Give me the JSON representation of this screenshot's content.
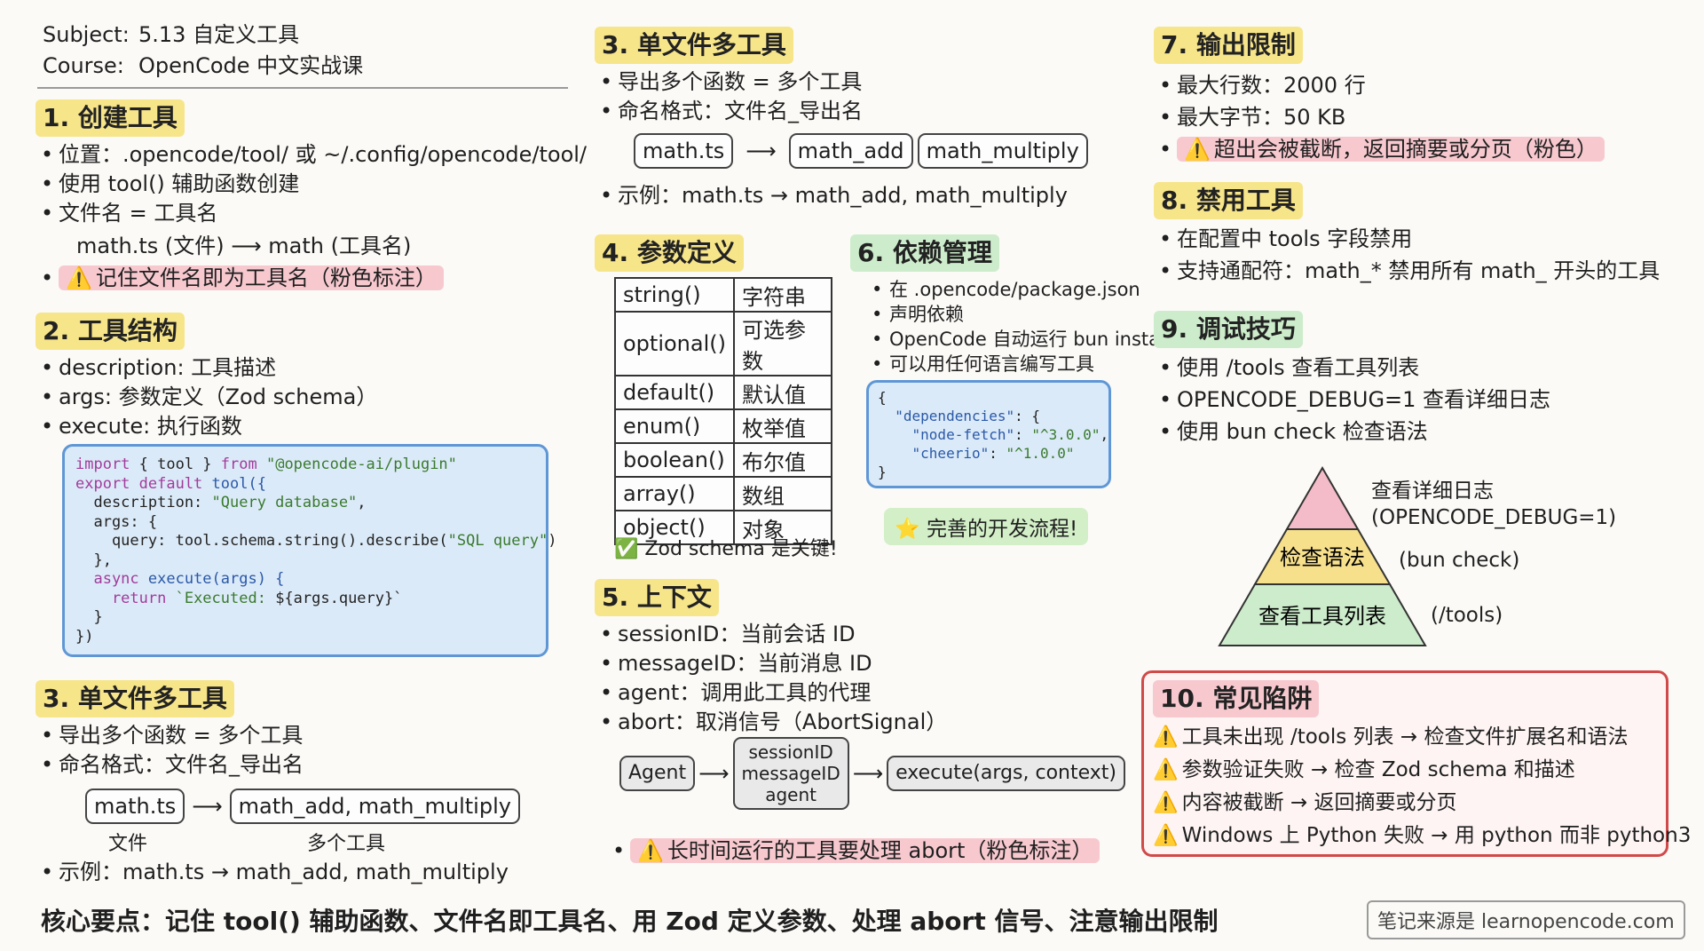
{
  "header": {
    "subject_label": "Subject:",
    "subject": "5.13 自定义工具",
    "course_label": "Course:",
    "course": "OpenCode 中文实战课"
  },
  "sec1": {
    "title": "1. 创建工具",
    "items": [
      "位置：.opencode/tool/ 或 ~/.config/opencode/tool/",
      "使用 tool() 辅助函数创建",
      "文件名 = 工具名"
    ],
    "example": "math.ts (文件) ⟶ math (工具名)",
    "note": "记住文件名即为工具名（粉色标注）"
  },
  "sec2": {
    "title": "2. 工具结构",
    "items": [
      "description: 工具描述",
      "args: 参数定义（Zod schema）",
      "execute: 执行函数"
    ],
    "code": {
      "l1a": "import",
      "l1b": " { tool } ",
      "l1c": "from",
      "l1d": " \"@opencode-ai/plugin\"",
      "l2a": "export default",
      "l2b": " tool({",
      "l3a": "  description: ",
      "l3b": "\"Query database\"",
      "l3c": ",",
      "l4": "  args: {",
      "l5a": "    query: tool.schema.string().describe(",
      "l5b": "\"SQL query\"",
      "l5c": ")",
      "l6": "  },",
      "l7a": "  async",
      "l7b": " execute(args) {",
      "l8a": "    return",
      "l8b": " `Executed: ",
      "l8c": "${args.query}`",
      "l9": "  }",
      "l10": "})"
    }
  },
  "sec3a": {
    "title": "3. 单文件多工具",
    "items": [
      "导出多个函数 = 多个工具",
      "命名格式：文件名_导出名"
    ],
    "src": "math.ts",
    "dst": "math_add, math_multiply",
    "src_caption": "文件",
    "dst_caption": "多个工具",
    "example": "示例：math.ts → math_add, math_multiply"
  },
  "sec3b": {
    "title": "3. 单文件多工具",
    "items": [
      "导出多个函数 = 多个工具",
      "命名格式：文件名_导出名"
    ],
    "src": "math.ts",
    "dst1": "math_add",
    "dst2": "math_multiply",
    "example": "示例：math.ts → math_add, math_multiply"
  },
  "sec4": {
    "title": "4. 参数定义",
    "rows": [
      [
        "string()",
        "字符串"
      ],
      [
        "optional()",
        "可选参数"
      ],
      [
        "default()",
        "默认值"
      ],
      [
        "enum()",
        "枚举值"
      ],
      [
        "boolean()",
        "布尔值"
      ],
      [
        "array()",
        "数组"
      ],
      [
        "object()",
        "对象"
      ]
    ],
    "note": "Zod schema 是关键!"
  },
  "sec5": {
    "title": "5. 上下文",
    "items": [
      "sessionID：当前会话 ID",
      "messageID：当前消息 ID",
      "agent：调用此工具的代理",
      "abort：取消信号（AbortSignal）"
    ],
    "flow": {
      "agent": "Agent",
      "stack": [
        "sessionID",
        "messageID",
        "agent"
      ],
      "exec": "execute(args, context)"
    },
    "note": "长时间运行的工具要处理 abort（粉色标注）"
  },
  "sec6": {
    "title": "6. 依赖管理",
    "items": [
      "在 .opencode/package.json",
      "OpenCode 自动运行 bun install",
      "可以用任何语言编写工具"
    ],
    "item1_cont": "声明依赖",
    "code": {
      "l1": "{",
      "l2a": "  \"dependencies\"",
      "l2b": ": {",
      "l3a": "    \"node-fetch\"",
      "l3b": ": ",
      "l3c": "\"^3.0.0\"",
      "l3d": ",",
      "l4a": "    \"cheerio\"",
      "l4b": ": ",
      "l4c": "\"^1.0.0\"",
      "l5": "}"
    },
    "note": "完善的开发流程!"
  },
  "sec7": {
    "title": "7. 输出限制",
    "items": [
      "最大行数：2000 行",
      "最大字节：50 KB"
    ],
    "note": "超出会被截断，返回摘要或分页（粉色）"
  },
  "sec8": {
    "title": "8. 禁用工具",
    "items": [
      "在配置中 tools 字段禁用",
      "支持通配符：math_* 禁用所有 math_ 开头的工具"
    ]
  },
  "sec9": {
    "title": "9. 调试技巧",
    "items": [
      "使用 /tools 查看工具列表",
      "OPENCODE_DEBUG=1 查看详细日志",
      "使用 bun check 检查语法"
    ],
    "pyramid": {
      "top_label1": "查看详细日志",
      "top_label2": "(OPENCODE_DEBUG=1)",
      "mid": "检查语法",
      "mid_side": "(bun check)",
      "bot": "查看工具列表",
      "bot_side": "(/tools)",
      "colors": {
        "top": "#f4bcc8",
        "mid": "#f7e08c",
        "bot": "#cdeccb"
      }
    }
  },
  "sec10": {
    "title": "10. 常见陷阱",
    "items": [
      "工具未出现 /tools 列表 → 检查文件扩展名和语法",
      "参数验证失败 → 检查 Zod schema 和描述",
      "内容被截断 → 返回摘要或分页",
      "Windows 上 Python 失败 → 用 python 而非 python3"
    ]
  },
  "footer": {
    "summary": "核心要点：记住 tool() 辅助函数、文件名即工具名、用 Zod 定义参数、处理 abort 信号、注意输出限制",
    "source": "笔记来源是 learnopencode.com"
  },
  "icons": {
    "warning": "warning-icon",
    "star": "star-icon",
    "check": "check-icon"
  },
  "colors": {
    "highlight": "#f7e58a",
    "pink": "#f7c9cf",
    "green": "#d3efc8",
    "code_bg": "#dbeaf8",
    "code_border": "#5f97d6",
    "pitfall_border": "#d04a4a"
  }
}
